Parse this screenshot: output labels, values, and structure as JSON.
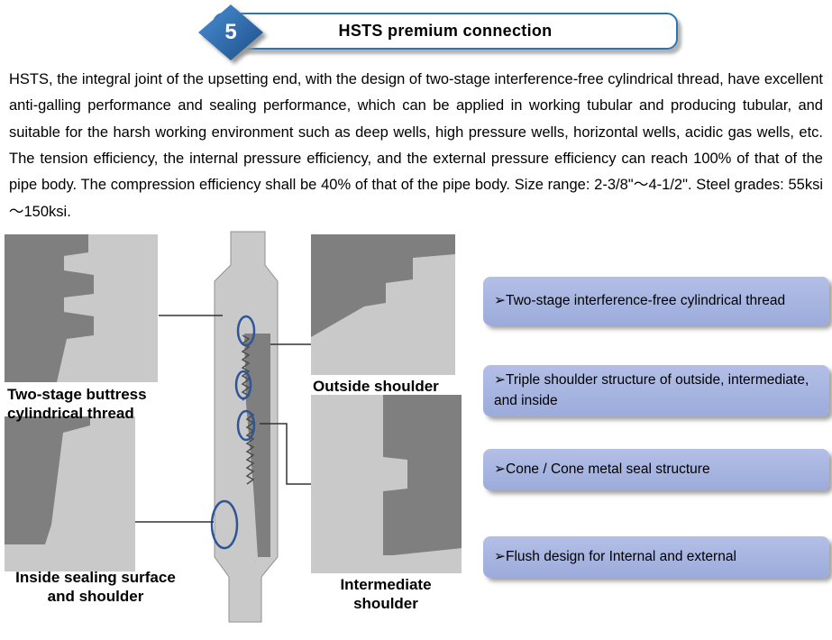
{
  "header": {
    "number": "5",
    "title": "HSTS premium connection"
  },
  "intro": "HSTS, the integral joint of the upsetting end, with the design of two-stage interference-free cylindrical thread, have excellent anti-galling performance and sealing performance, which can be applied in working tubular and producing tubular, and suitable for the harsh working environment such as deep wells, high pressure wells, horizontal wells, acidic gas wells, etc. The tension efficiency, the internal pressure efficiency, and the external pressure efficiency can reach 100% of that of the pipe body. The compression efficiency shall be 40% of that of the pipe body. Size range: 2-3/8\"～4-1/2\". Steel grades: 55ksi～150ksi.",
  "diagram": {
    "labels": {
      "thread_line1": "Two-stage buttress",
      "thread_line2": "cylindrical thread",
      "outside_shoulder": "Outside shoulder",
      "inside_seal_line1": "Inside sealing surface",
      "inside_seal_line2": "and shoulder",
      "intermediate_line1": "Intermediate",
      "intermediate_line2": "shoulder"
    }
  },
  "features": [
    {
      "bullet": "➢",
      "text": "Two-stage interference-free cylindrical thread"
    },
    {
      "bullet": "➢",
      "text": "Triple shoulder structure of outside, intermediate, and inside"
    },
    {
      "bullet": "➢",
      "text": "Cone / Cone metal seal structure"
    },
    {
      "bullet": "➢",
      "text": "Flush design for Internal and external"
    }
  ],
  "colors": {
    "box_fill": "#a7b5e0",
    "accent_blue": "#2e75b6",
    "dark_gray": "#7f7f7f",
    "light_gray": "#c9c9c9",
    "ellipse_blue": "#2f5597"
  }
}
